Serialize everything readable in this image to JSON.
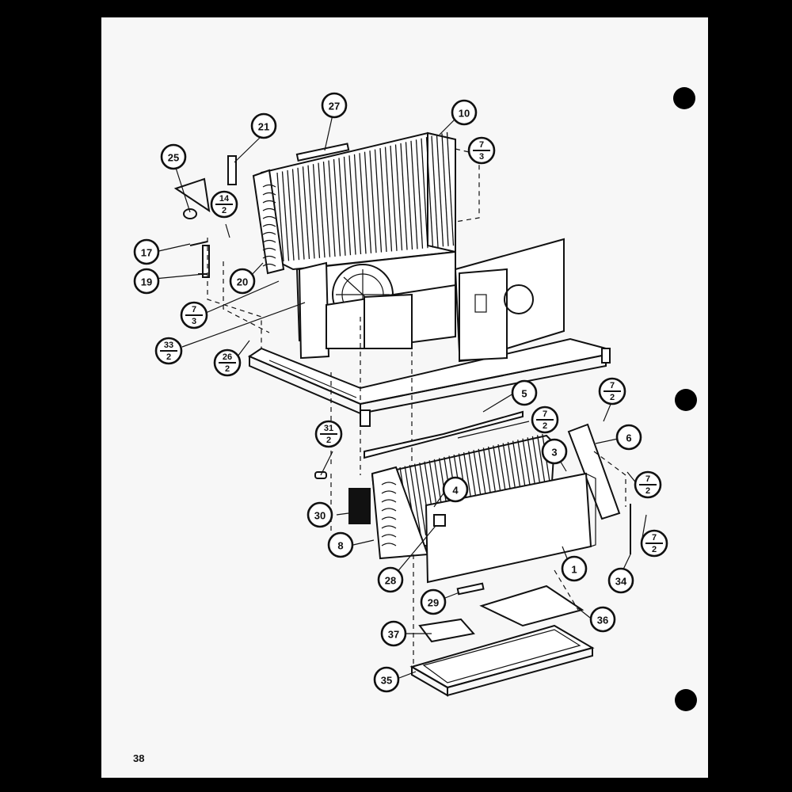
{
  "page": {
    "page_number": "38"
  },
  "callouts": [
    {
      "id": "c27",
      "label": "27"
    },
    {
      "id": "c10",
      "label": "10"
    },
    {
      "id": "c21",
      "label": "21"
    },
    {
      "id": "c25",
      "label": "25"
    },
    {
      "id": "c17",
      "label": "17"
    },
    {
      "id": "c19",
      "label": "19"
    },
    {
      "id": "c20",
      "label": "20"
    },
    {
      "id": "c5a",
      "label": "5"
    },
    {
      "id": "c6",
      "label": "6"
    },
    {
      "id": "c3",
      "label": "3"
    },
    {
      "id": "c4",
      "label": "4"
    },
    {
      "id": "c30",
      "label": "30"
    },
    {
      "id": "c8",
      "label": "8"
    },
    {
      "id": "c28",
      "label": "28"
    },
    {
      "id": "c1",
      "label": "1"
    },
    {
      "id": "c29",
      "label": "29"
    },
    {
      "id": "c34",
      "label": "34"
    },
    {
      "id": "c36",
      "label": "36"
    },
    {
      "id": "c37",
      "label": "37"
    },
    {
      "id": "c35",
      "label": "35"
    }
  ],
  "fraction_callouts": [
    {
      "id": "f7_3a",
      "top": "7",
      "bottom": "3"
    },
    {
      "id": "f14_2",
      "top": "14",
      "bottom": "2"
    },
    {
      "id": "f7_3b",
      "top": "7",
      "bottom": "3"
    },
    {
      "id": "f33_2",
      "top": "33",
      "bottom": "2"
    },
    {
      "id": "f26_2",
      "top": "26",
      "bottom": "2"
    },
    {
      "id": "f31_2",
      "top": "31",
      "bottom": "2"
    },
    {
      "id": "f7_2a",
      "top": "7",
      "bottom": "2"
    },
    {
      "id": "f7_2b",
      "top": "7",
      "bottom": "2"
    },
    {
      "id": "f7_2c",
      "top": "7",
      "bottom": "2"
    },
    {
      "id": "f7_2d",
      "top": "7",
      "bottom": "2"
    }
  ]
}
